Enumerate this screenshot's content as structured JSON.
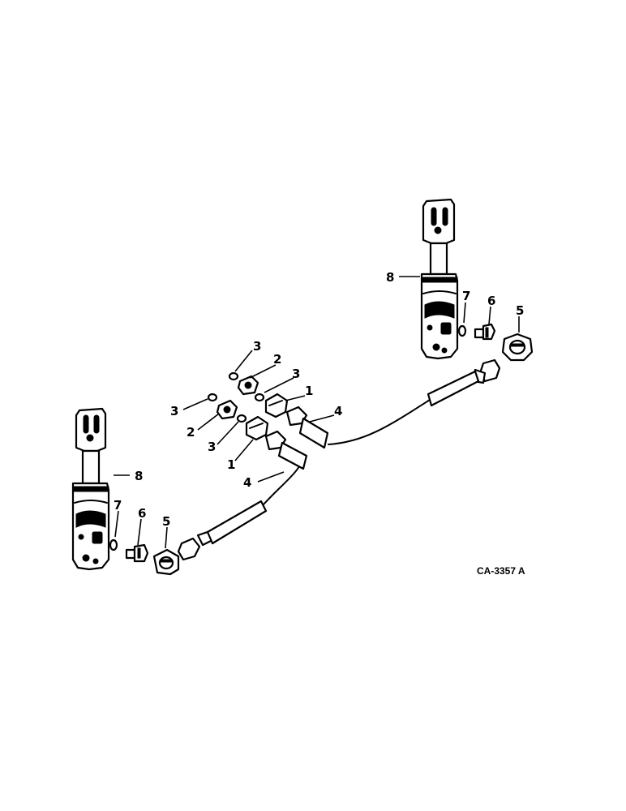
{
  "figure_code": "CA-3357 A",
  "callouts": [
    "1",
    "1",
    "2",
    "2",
    "3",
    "3",
    "3",
    "3",
    "4",
    "4",
    "5",
    "5",
    "6",
    "6",
    "7",
    "7",
    "8",
    "8"
  ]
}
